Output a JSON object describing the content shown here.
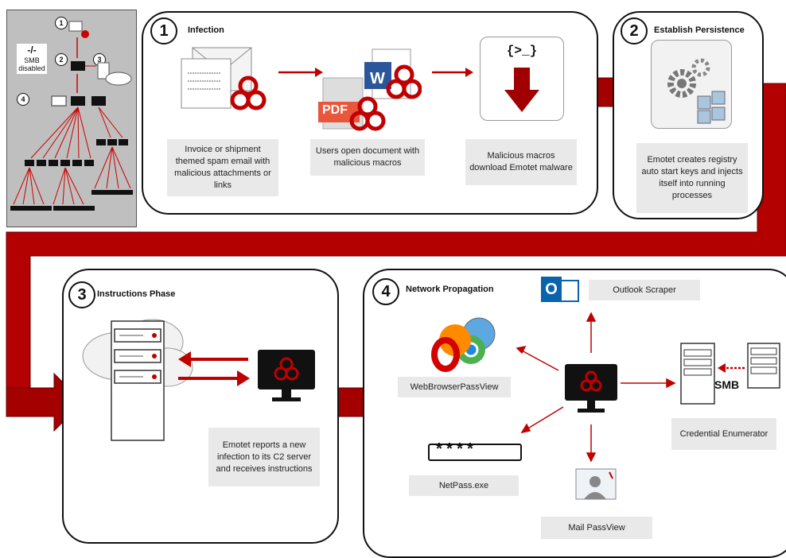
{
  "mini": {
    "n1": "1",
    "n2": "2",
    "n3": "3",
    "n4": "4",
    "smb_symbol": "-/-",
    "smb_text": "SMB\ndisabled"
  },
  "panel1": {
    "number": "1",
    "title": "Infection",
    "cap1": "Invoice or shipment themed spam email with malicious attachments or links",
    "cap2": "Users open document with malicious macros",
    "cap3": "Malicious macros download Emotet malware",
    "code": "{>_}",
    "pdf": "PDF",
    "word": "W"
  },
  "panel2": {
    "number": "2",
    "title": "Establish Persistence",
    "cap": "Emotet creates registry auto start keys and injects itself into running processes"
  },
  "panel3": {
    "number": "3",
    "title": "Instructions Phase",
    "cap": "Emotet reports a new infection to its C2 server and receives instructions"
  },
  "panel4": {
    "number": "4",
    "title": "Network Propagation",
    "outlook": "Outlook Scraper",
    "outlook_letter": "O",
    "web": "WebBrowserPassView",
    "netpass": "NetPass.exe",
    "password": "****",
    "mail": "Mail PassView",
    "cred": "Credential Enumerator",
    "smb": "SMB"
  },
  "colors": {
    "red": "#b30000",
    "dark_red": "#8b0000",
    "caption_bg": "#e9e9e9"
  }
}
